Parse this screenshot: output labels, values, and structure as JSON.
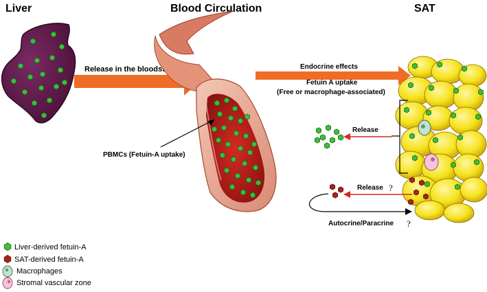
{
  "headers": {
    "liver": "Liver",
    "blood": "Blood Circulation",
    "sat": "SAT"
  },
  "labels": {
    "release_bloodstream": "Release in the bloodstream",
    "endocrine": "Endocrine effects",
    "fetuin_uptake": "Fetuin A uptake",
    "fetuin_uptake_detail": "(Free or macrophage-associated)",
    "pbmc": "PBMCs (Fetuin-A uptake)",
    "release_1": "Release",
    "release_2": "Release",
    "question_mark": "?",
    "autocrine": "Autocrine/Paracrine"
  },
  "legend": [
    {
      "icon": "green-hexagon-icon",
      "text": "Liver-derived fetuin-A"
    },
    {
      "icon": "red-hexagon-icon",
      "text": "SAT-derived fetuin-A"
    },
    {
      "icon": "macrophage-icon",
      "text": "Macrophages"
    },
    {
      "icon": "stromal-cell-icon",
      "text": "Stromal vascular zone"
    }
  ],
  "colors": {
    "liver": "#5a1a47",
    "green_fetuin": "#3cbf3a",
    "red_fetuin": "#a5261e",
    "arrow_orange": "#ef6c26",
    "red_arrow": "#d9261c",
    "fat_yellow": "#f5e31c",
    "vessel_outer": "#e6a58c",
    "vessel_inner": "#b51c1c"
  }
}
